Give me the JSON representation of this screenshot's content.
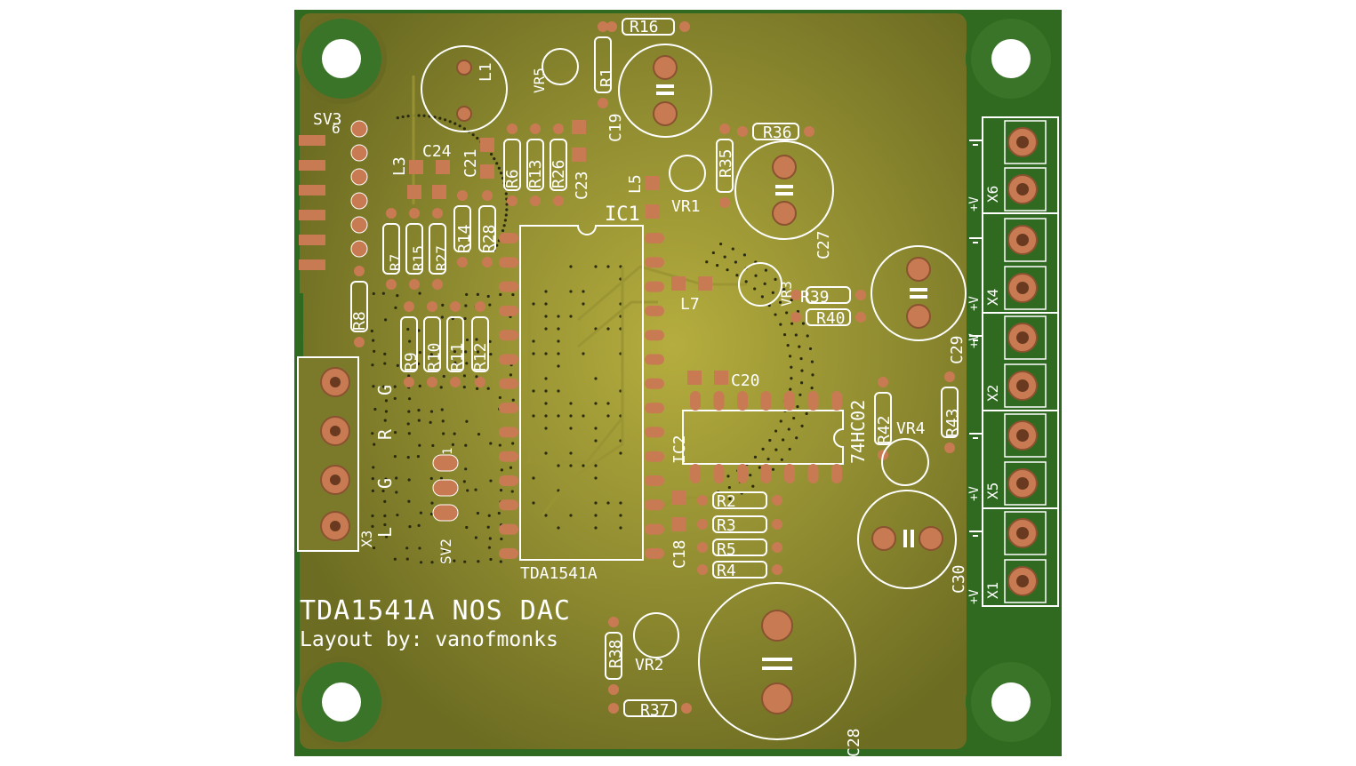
{
  "board": {
    "title": "TDA1541A NOS DAC",
    "credit": "Layout by: vanofmonks",
    "colors": {
      "background": "#ffffff",
      "board": "#7a7a2a",
      "board_highlight": "#b2ab3c",
      "mask_edge": "#2f6a20",
      "pad": "#c87b52",
      "silk": "#ffffff"
    }
  },
  "labels": {
    "R16": "R16",
    "R1": "R1",
    "VR5": "VR5",
    "L1": "L1",
    "C19": "C19",
    "SV3": "SV3",
    "SV3_pin": "6",
    "C24": "C24",
    "L3": "L3",
    "C21": "C21",
    "R6": "R6",
    "R13": "R13",
    "R26": "R26",
    "C23": "C23",
    "L5": "L5",
    "VR1": "VR1",
    "R35": "R35",
    "R36": "R36",
    "C27": "C27",
    "IC1": "IC1",
    "R7": "R7",
    "R15": "R15",
    "R27": "R27",
    "R14": "R14",
    "R28": "R28",
    "R8": "R8",
    "VR3": "VR3",
    "L7": "L7",
    "R39": "R39",
    "R40": "R40",
    "C29": "C29",
    "R9": "R9",
    "R10": "R10",
    "R11": "R11",
    "R12": "R12",
    "C20": "C20",
    "74HC02": "74HC02",
    "IC2": "IC2",
    "R42": "R42",
    "VR4": "VR4",
    "R43": "R43",
    "X3": "X3",
    "X3_G": "G",
    "X3_R": "R",
    "X3_G2": "G",
    "X3_L": "L",
    "SV2": "SV2",
    "SV2_top": "1",
    "R2": "R2",
    "R3": "R3",
    "R5": "R5",
    "R4": "R4",
    "C18": "C18",
    "TDA1541A": "TDA1541A",
    "C30": "C30",
    "R38": "R38",
    "VR2": "VR2",
    "R37": "R37",
    "C28": "C28",
    "X6": "X6",
    "X4": "X4",
    "X2": "X2",
    "X5": "X5",
    "X1": "X1",
    "plusV": "+V"
  }
}
